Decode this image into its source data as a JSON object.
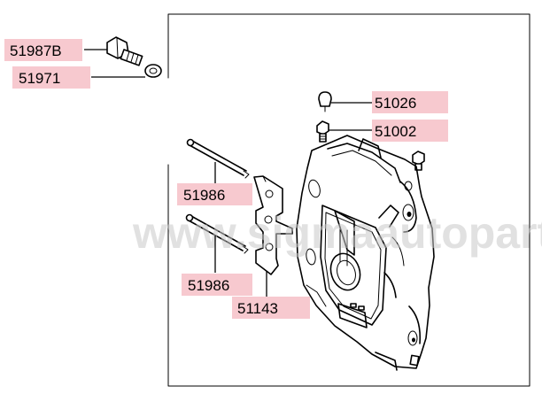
{
  "watermark": "www.sigmaautoparts.co.jp",
  "labels": {
    "bolt": "51987B",
    "washer": "51971",
    "bleeder_cap": "51026",
    "bleeder_screw": "51002",
    "pin_upper": "51986",
    "pin_lower": "51986",
    "pad_plate": "51143"
  },
  "colors": {
    "tag_fill": "#f7c9cf",
    "watermark": "#c8c8c8",
    "line": "#000000"
  }
}
